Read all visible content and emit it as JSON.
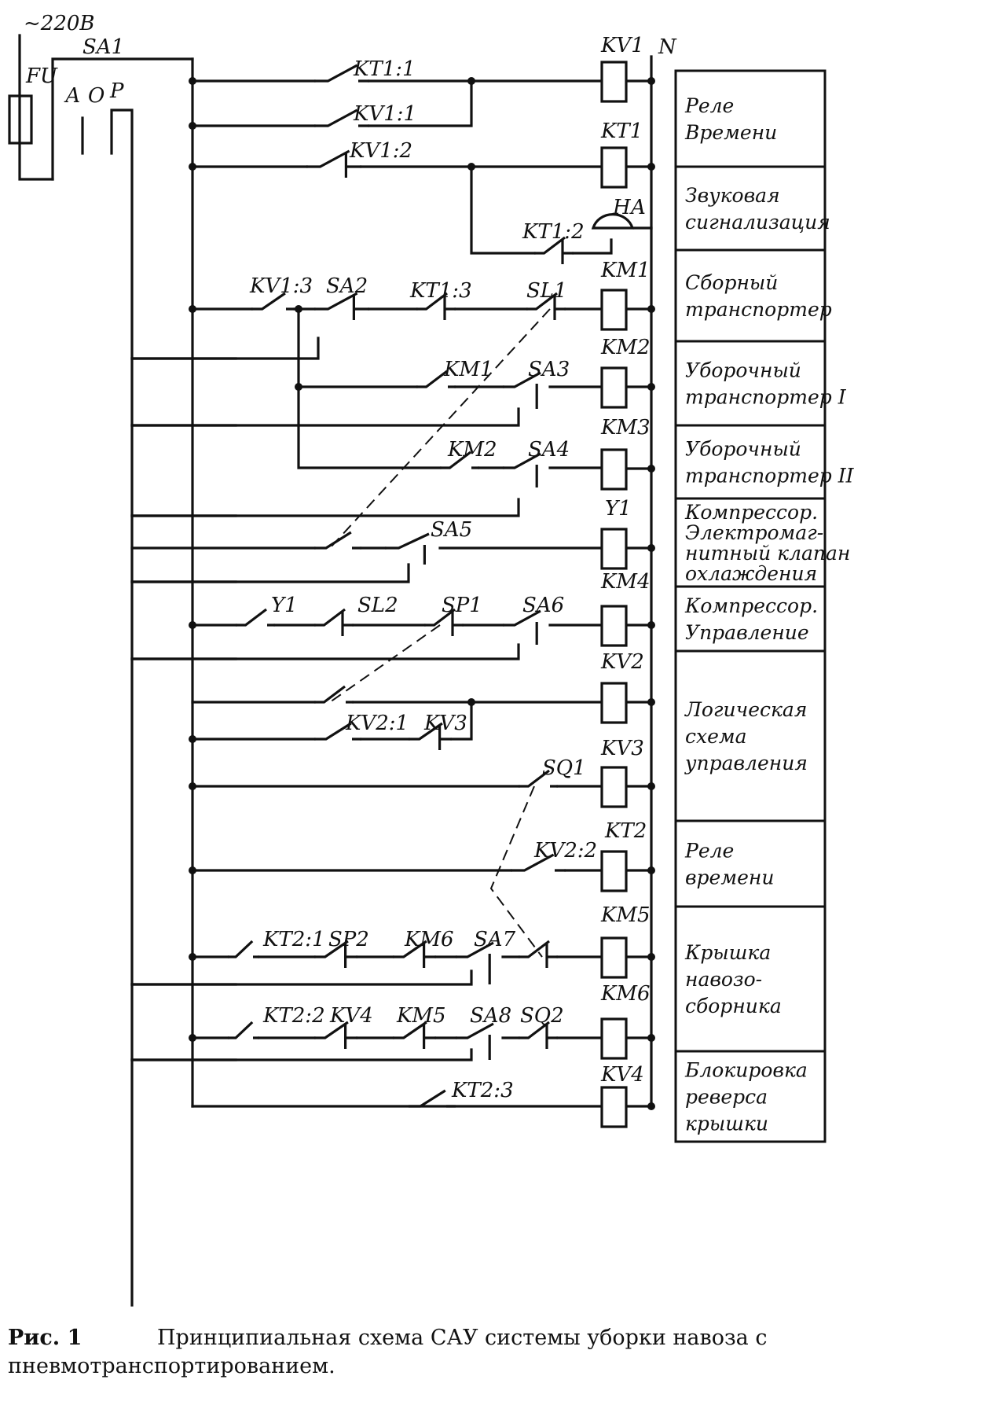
{
  "supply": {
    "voltage": "~220В",
    "fuse": "FU",
    "neutral": "N"
  },
  "switch": {
    "name": "SA1",
    "positions": [
      "А",
      "О",
      "Р"
    ]
  },
  "rungs": [
    {
      "id": "r1",
      "contacts": [
        "KT1:1"
      ],
      "coil": "KV1"
    },
    {
      "id": "r1b",
      "contacts": [
        "KV1:1"
      ],
      "coil": ""
    },
    {
      "id": "r2",
      "contacts": [
        "KV1:2"
      ],
      "coil": "KT1"
    },
    {
      "id": "r3",
      "contacts": [
        "KT1:2"
      ],
      "coil": "НА"
    },
    {
      "id": "r4",
      "contacts": [
        "KV1:3",
        "SA2",
        "KT1:3",
        "SL1"
      ],
      "coil": "KM1"
    },
    {
      "id": "r5",
      "contacts": [
        "KM1",
        "SA3"
      ],
      "coil": "KM2"
    },
    {
      "id": "r6",
      "contacts": [
        "KM2",
        "SA4"
      ],
      "coil": "KM3"
    },
    {
      "id": "r7",
      "contacts": [
        "SA5"
      ],
      "coil": "Y1"
    },
    {
      "id": "r8",
      "contacts": [
        "Y1",
        "SL2",
        "SP1",
        "SA6"
      ],
      "coil": "KM4"
    },
    {
      "id": "r9",
      "contacts": [
        "KV2:1",
        "KV3"
      ],
      "coil": "KV2"
    },
    {
      "id": "r10",
      "contacts": [
        "SQ1"
      ],
      "coil": "KV3"
    },
    {
      "id": "r11",
      "contacts": [
        "KV2:2"
      ],
      "coil": "KT2"
    },
    {
      "id": "r12",
      "contacts": [
        "KT2:1",
        "SP2",
        "KM6",
        "SA7"
      ],
      "coil": "KM5"
    },
    {
      "id": "r13",
      "contacts": [
        "KT2:2",
        "KV4",
        "KM5",
        "SA8",
        "SQ2"
      ],
      "coil": "KM6"
    },
    {
      "id": "r14",
      "contacts": [
        "KT2:3"
      ],
      "coil": "KV4"
    }
  ],
  "blocks": [
    {
      "lines": [
        "Реле",
        "Времени"
      ]
    },
    {
      "lines": [
        "Звуковая",
        "сигнализация"
      ]
    },
    {
      "lines": [
        "Сборный",
        "транспортер"
      ]
    },
    {
      "lines": [
        "Уборочный",
        "транспортер I"
      ]
    },
    {
      "lines": [
        "Уборочный",
        "транспортер II"
      ]
    },
    {
      "lines": [
        "Компрессор.",
        "Электромаг-",
        "нитный клапан",
        "охлаждения"
      ]
    },
    {
      "lines": [
        "Компрессор.",
        "Управление"
      ]
    },
    {
      "lines": [
        "Логическая",
        "схема",
        "управления"
      ]
    },
    {
      "lines": [
        "Реле",
        "времени"
      ]
    },
    {
      "lines": [
        "Крышка",
        "навозо-",
        "сборника"
      ]
    },
    {
      "lines": [
        "Блокировка",
        "реверса",
        "крышки"
      ]
    }
  ],
  "caption": {
    "figure": "Рис. 1",
    "text": "Принципиальная схема САУ системы уборки навоза с пневмотранспортированием."
  }
}
